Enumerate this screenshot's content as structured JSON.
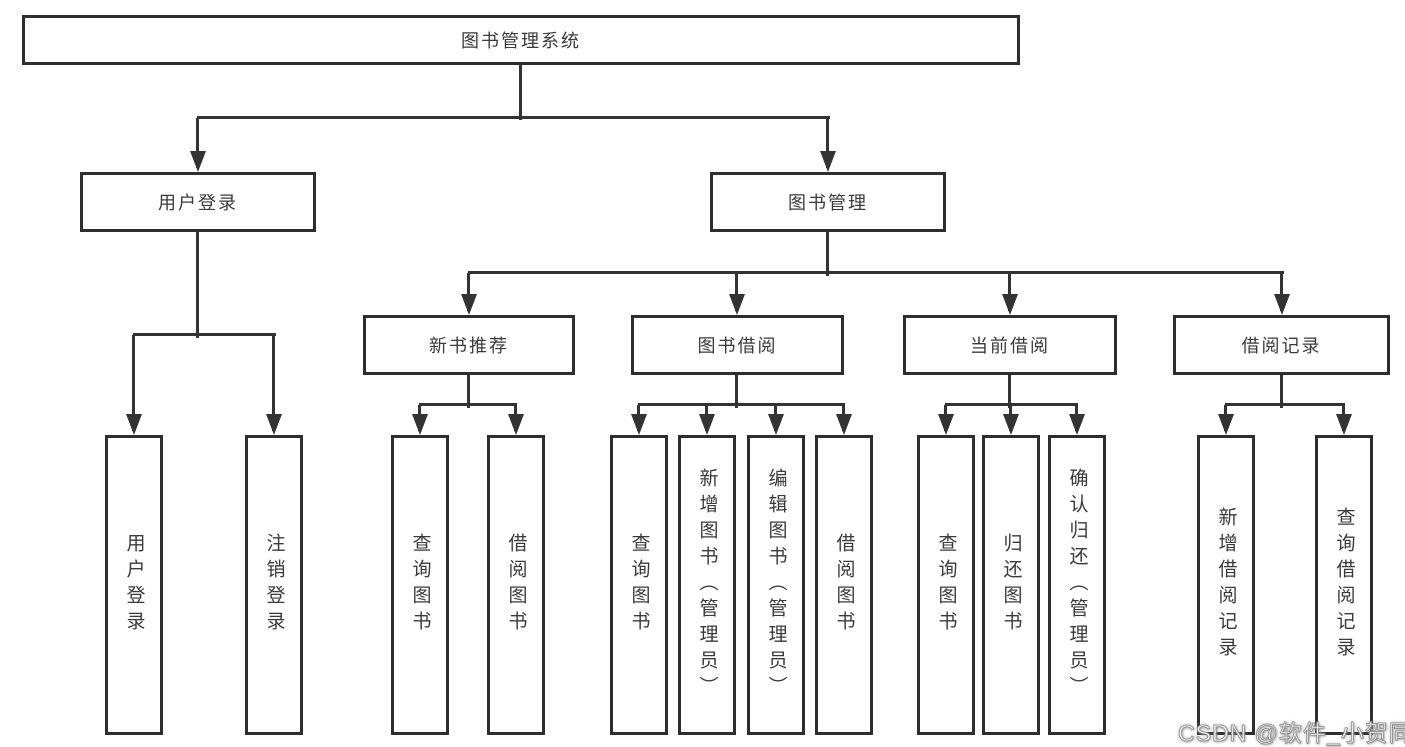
{
  "diagram": {
    "root": {
      "label": "图书管理系统"
    },
    "branches": {
      "user_login": {
        "label": "用户登录",
        "children": {
          "login": {
            "label": "用户登录"
          },
          "logout": {
            "label": "注销登录"
          }
        }
      },
      "book_management": {
        "label": "图书管理",
        "children": {
          "new_book_recommend": {
            "label": "新书推荐",
            "children": {
              "query_book": {
                "label": "查询图书"
              },
              "borrow_book": {
                "label": "借阅图书"
              }
            }
          },
          "book_borrow": {
            "label": "图书借阅",
            "children": {
              "query_book": {
                "label": "查询图书"
              },
              "add_book": {
                "label": "新增图书（管理员）"
              },
              "edit_book": {
                "label": "编辑图书（管理员）"
              },
              "borrow_book": {
                "label": "借阅图书"
              }
            }
          },
          "current_borrow": {
            "label": "当前借阅",
            "children": {
              "query_book": {
                "label": "查询图书"
              },
              "return_book": {
                "label": "归还图书"
              },
              "confirm_return": {
                "label": "确认归还（管理员）"
              }
            }
          },
          "borrow_records": {
            "label": "借阅记录",
            "children": {
              "add_record": {
                "label": "新增借阅记录"
              },
              "query_record": {
                "label": "查询借阅记录"
              }
            }
          }
        }
      }
    }
  },
  "watermark": {
    "text": "CSDN @软件_小贺同学"
  },
  "colors": {
    "background": "#ffffff",
    "box_border": "#2e2e2e",
    "line": "#333333",
    "text": "#3a3a3a",
    "watermark_fill": "#ffffff",
    "watermark_outline": "#8c8c8c"
  }
}
